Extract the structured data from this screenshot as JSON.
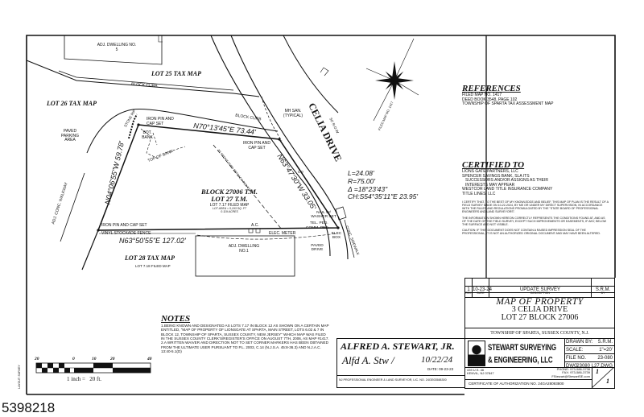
{
  "map": {
    "adj_dwelling_5": "ADJ. DWELLING NO. 5",
    "lot25": "LOT 25 TAX MAP",
    "lot26": "LOT 26 TAX MAP",
    "lot28": "LOT 28 TAX MAP",
    "lot28_sub": "LOT 7.18 FILED MAP",
    "block_curb_1": "BLOCK CURB",
    "block_curb_2": "BLOCK CURB",
    "mh_san": "MH SAN. (TYPICAL)",
    "street": "CELIA DRIVE",
    "row": "50' R.O.W.",
    "paved_parking": "PAVED PARKING AREA",
    "walkway": "ADJ. CONC. WALKWAY",
    "stone_rip": "STONE RIP",
    "iron_pin_1": "IRON PIN AND CAP SET",
    "iron_pin_2": "IRON PIN AND CAP SET",
    "iron_pin_3": "IRON PIN AND CAP SET",
    "bot_bank": "BOT. BANK",
    "top_bank": "TOP OF BANK",
    "setback": "25' FRONT YARD SETBACK PER T.M.",
    "bearing_north": "N70°13'45\"E 73.44'",
    "bearing_west": "N04°06'55\"W 59.78'",
    "bearing_south": "N63°50'55\"E 127.02'",
    "bearing_east": "N63°47'30\"W 33.05'",
    "co": "CO",
    "curve": [
      "L=24.08'",
      "R=75.00'",
      "Δ =18°23'43\"",
      "CH:S54°35'11\"E 23.95'"
    ],
    "block_lot_1": "BLOCK 27006 T.M.",
    "block_lot_2": "LOT 27 T.M.",
    "filed_map": "LOT 7.17 FILED MAP",
    "lot_area": "LOT AREA = 5,193 SQ. FT",
    "lot_acres": "0.119 ACRES",
    "ac": "A.C.",
    "elec_meter": "ELEC. METER",
    "nail": "NAIL W/ WASHER SET",
    "tel_ped": "TEL. PED.",
    "comm_ped": "COMM. PED.",
    "elec_box": "ELEC BOX",
    "paved_drive": "PAVED DRIVE",
    "sidewalk": "CONC. SIDEWALK",
    "fence": "VINYL STOCKADE FENCE",
    "adj_dwelling_1": "ADJ. DWELLING NO.1",
    "compass_label": "FILED MAP NO. 1417"
  },
  "references": {
    "title": "REFERENCES",
    "lines": [
      "FILED MAP NO. 1417",
      "DEED BOOK 3548, PAGE 102",
      "TOWNSHIP OF SPARTA TAX ASSESSMENT MAP"
    ]
  },
  "certified": {
    "title": "CERTIFIED TO",
    "lines": [
      "LIONS GATE PARTNERS, LLC",
      "SPENCER SAVINGS BANK, SLA ITS",
      "SUCCESSORS AND/OR ASSIGNS AS THEIR",
      "INTERESTS MAY APPEAR",
      "WESTCOR LAND TITLE INSURANCE COMPANY",
      "TITLE LINES, LLC"
    ],
    "statements": [
      "I CERTIFY THAT, TO THE BEST OF MY KNOWLEDGE AND BELIEF, THIS MAP OF PLAN IS THE RESULT OF A FIELD SURVEY MADE ON 10-22-2024, BY ME OR UNDER MY DIRECT SUPERVISION, IN ACCORDANCE WITH THE RULES AND REGULATIONS PROMULGATED BY THE \"STATE BOARD OF PROFESSIONAL ENGINEERS AND LAND SURVEYORS\".",
      "THE INFORMATION SHOWN HEREON CORRECTLY REPRESENTS THE CONDITIONS FOUND AT, AND AS OF THE DATE OF THE FIELD SURVEY, EXCEPT SUCH IMPROVEMENTS OR EASEMENTS, IF ANY, BELOW THE SURFACE AND NOT VISIBLE.",
      "CAUTION: IF THIS DOCUMENT DOES NOT CONTAIN A RAISED IMPRESSION SEAL OF THE PROFESSIONAL, IT IS NOT AN AUTHORIZED ORIGINAL DOCUMENT AND MAY HAVE BEEN ALTERED."
    ]
  },
  "notes": {
    "title": "NOTES",
    "items": [
      "1.BEING KNOWN AND DESIGNATED AS LOTS 7.17 IN BLOCK 12 AS SHOWN ON A CERTAIN MAP ENTITLED, \"MAP OF PROPERTY OF LIONSGATE AT SPARTA, MAIN STREET, LOTS 6.02 & 7 IN BLOCK 12, TOWNSHIP OF SPARTA, SUSSEX COUNTY, NEW JERSEY\" WHICH MAP WAS FILED IN THE SUSSEX COUNTY CLERK'S/REGISTER'S OFFICE ON AUGUST 7TH, 2006, AS MAP #1417.",
      "2.A WRITTEN WAIVER AND DIRECTION NOT TO SET CORNER MARKERS HAS BEEN OBTAINED FROM THE ULTIMATE USER PURSUANT TO P.L. 2003, c.14 (N.J.S.A. 45:8-36.3) AND N.J.A.C. 13:40-5.1(d)"
    ]
  },
  "scale_bar": {
    "ticks": [
      "20",
      "0",
      "10",
      "20",
      "40"
    ],
    "label": "1 inch =   20 ft."
  },
  "layout_label": "LAYOUT: SURVEY",
  "signature": {
    "name": "ALFRED A. STEWART, JR.",
    "signed_date": "10/22/24",
    "date": "DATE: 09-23-23",
    "license": "NJ PROFESSIONAL ENGINEER & LAND SURVEYOR, LIC. No. 24GE03588300"
  },
  "revisions": {
    "row": {
      "rev": "1",
      "date": "10-23-24",
      "description": "UPDATE SURVEY",
      "by": "S.R.M."
    },
    "headers": {
      "rev": "REV.",
      "date": "DATE",
      "description": "DESCRIPTION",
      "by": "BY"
    }
  },
  "title_block": {
    "title": [
      "MAP OF PROPERTY",
      "3 CELIA DRIVE",
      "LOT 27 BLOCK 27006"
    ],
    "township": "TOWNSHIP OF SPARTA, SUSSEX COUNTY, N.J.",
    "company": [
      "STEWART SURVEYING",
      "& ENGINEERING, LLC"
    ],
    "address": [
      "439 U.S. 46",
      "KENVIL, NJ 07847"
    ],
    "phone": "PHONE: 973-586-3738",
    "fax": "FAX: 973-586-3739",
    "email": "FStewart@StewartSE.com",
    "fields": [
      {
        "label": "DRAWN BY:",
        "value": "S.R.M."
      },
      {
        "label": "SCALE:",
        "value": "1\"=20'"
      },
      {
        "label": "FILE No.",
        "value": "23-080"
      },
      {
        "label": "DWG",
        "value": "23080 L27.DWG"
      }
    ],
    "sheet": "1",
    "sheets": "1",
    "certificate": "CERTIFICATE OF AUTHORIZATION No. 24GA28093800"
  },
  "listing_id": "5398218"
}
